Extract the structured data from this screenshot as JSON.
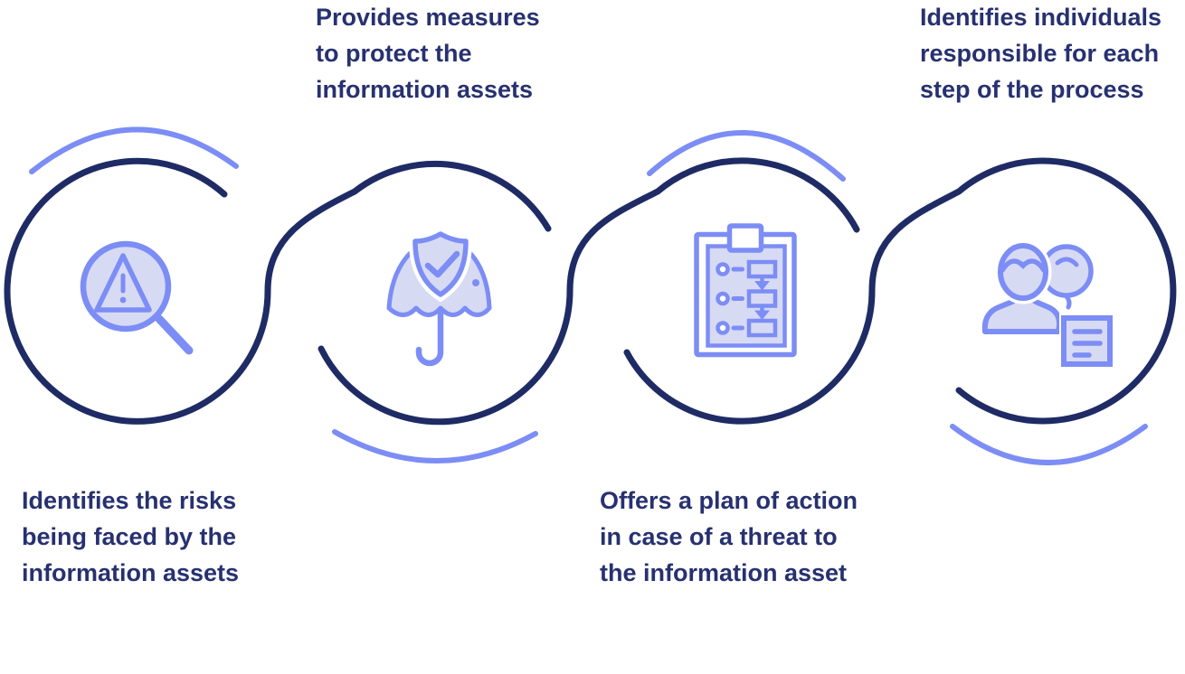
{
  "diagram": {
    "type": "process-wave-infographic",
    "colors": {
      "wave_navy": "#1e2b65",
      "accent_purple": "#7c8df5",
      "icon_fill_lavender": "#d7daf3",
      "text_navy": "#273170",
      "background": "#ffffff"
    },
    "steps": [
      {
        "icon": "magnifier-warning-icon",
        "label_position": "below",
        "label_lines": [
          "Identifies the risks",
          "being faced by the",
          "information assets"
        ]
      },
      {
        "icon": "umbrella-shield-check-icon",
        "label_position": "above",
        "label_lines": [
          "Provides measures",
          "to protect the",
          "information assets"
        ]
      },
      {
        "icon": "clipboard-flowchart-icon",
        "label_position": "below",
        "label_lines": [
          "Offers a plan of action",
          "in case of a threat to",
          "the information asset"
        ]
      },
      {
        "icon": "person-speech-document-icon",
        "label_position": "above",
        "label_lines": [
          "Identifies individuals",
          "responsible for each",
          "step of the process"
        ]
      }
    ]
  }
}
